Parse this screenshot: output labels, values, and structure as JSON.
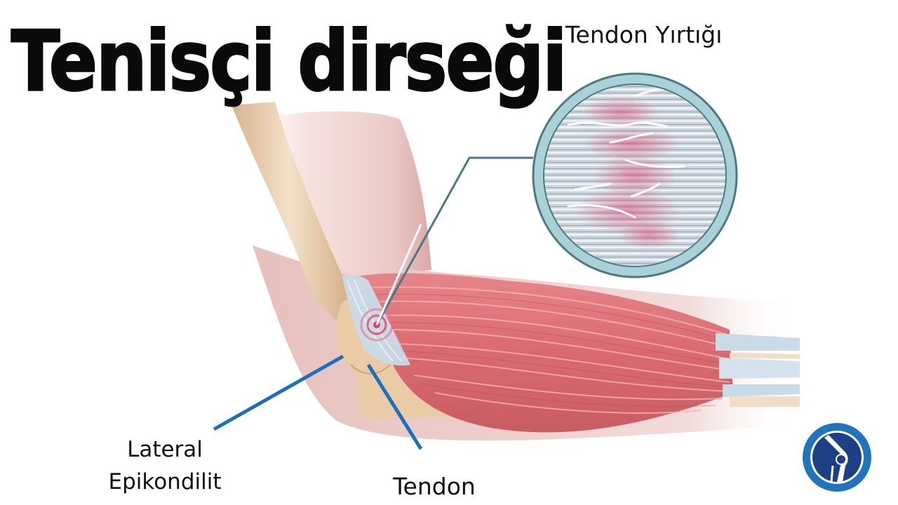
{
  "title": "Tenisçi dirseği",
  "labels": {
    "tendon_tear": "Tendon Yırtığı",
    "lateral_line1": "Lateral",
    "lateral_line2": "Epikondilit",
    "tendon": "Tendon"
  },
  "icons": {
    "magnifier_inset": "tendon-tear-magnified-circle",
    "logo": "knee-joint-logo"
  },
  "colors": {
    "title": "#0a0a0a",
    "label_text": "#111111",
    "pointer_blue": "#1a6fbf",
    "callout_teal": "#4a7a82",
    "inset_ring": "#a9d2d8",
    "muscle": "#d9747a",
    "tendon": "#c9dbe8",
    "bone": "#e6c9a2",
    "skin": "#efd3cf",
    "inflammation": "#e0426a",
    "logo_blue": "#1f74bd",
    "logo_navy": "#1d3f86"
  }
}
